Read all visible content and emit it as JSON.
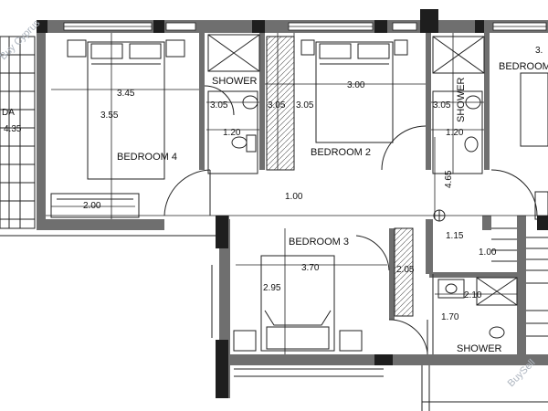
{
  "rooms": {
    "bedroom4": "BEDROOM 4",
    "bedroom2": "BEDROOM 2",
    "bedroom3": "BEDROOM 3",
    "bedroom_top_right": "BEDROOM"
  },
  "shower_labels": {
    "left": "SHOWER",
    "middle": "SHOWER",
    "bottom": "SHOWER"
  },
  "dimensions": {
    "b4_width": "3.45",
    "b4_depth": "3.55",
    "b4_closet": "2.00",
    "left_edge": "4.35",
    "shower1_depth": "3.05",
    "shower1_width": "1.20",
    "b2_depth_left": "3.05",
    "b2_depth_right": "3.05",
    "b2_width": "3.00",
    "shower2_depth": "3.05",
    "shower2_width": "1.20",
    "top_right_partial": "3.",
    "hall_depth": "4.65",
    "corridor": "1.00",
    "b3_width": "3.70",
    "b3_depth": "2.95",
    "b3_closet": "2.05",
    "landing": "1.15",
    "stair": "1.00",
    "shower3_width": "2.10",
    "shower3_depth": "1.70"
  },
  "left_partial_label": "DA",
  "watermarks": {
    "top_left": "Buy Cyprus",
    "bottom_right": "BuySell"
  },
  "colors": {
    "wall": "#6f6f6f",
    "wall_dark": "#1e1e1e",
    "line": "#222222",
    "watermark": "#aeb6c0"
  }
}
